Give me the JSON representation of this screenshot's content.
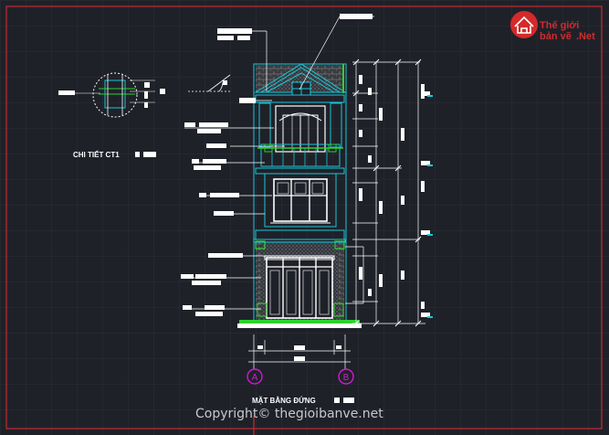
{
  "logo": {
    "line1": "Thế giới",
    "line2": "bản vẽ",
    "suffix": ".Net"
  },
  "detail_label": "CHI TIẾT CT1",
  "elevation_title": "MẶT BẰNG ĐỨNG",
  "axis_labels": [
    "A",
    "B"
  ],
  "copyright": "Copyright© thegioibanve.net",
  "colors": {
    "background": "#1f2129",
    "grid": "#2b2e38",
    "frame_border": "#c8292e",
    "wall_outline": "#18c8d8",
    "green_edge": "#2ed12e",
    "dimension": "#ffffff",
    "leader": "#ffffff",
    "axis_circle": "#d21ad2",
    "logo_red": "#d42a2a"
  }
}
